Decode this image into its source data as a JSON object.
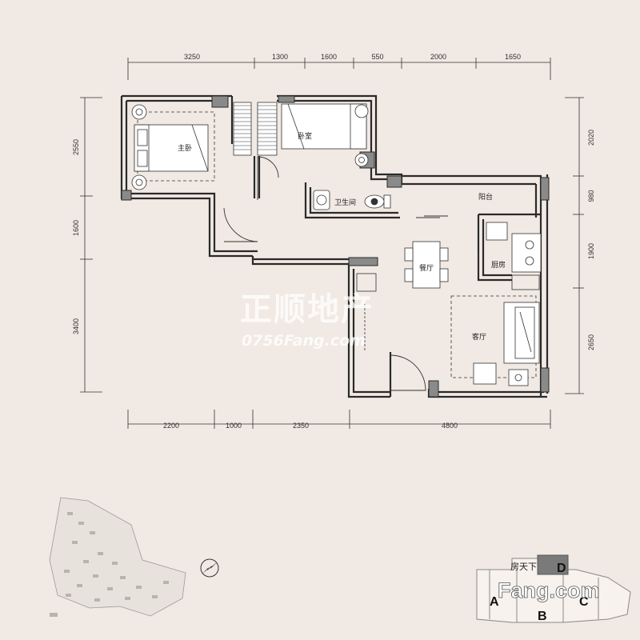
{
  "dimensions": {
    "top": [
      "3250",
      "1300",
      "1600",
      "550",
      "2000",
      "1650"
    ],
    "bottom": [
      "2200",
      "1000",
      "2350",
      "4800"
    ],
    "left": [
      "2550",
      "1600",
      "3400"
    ],
    "right": [
      "2020",
      "980",
      "1900",
      "2650"
    ]
  },
  "rooms": {
    "master_bedroom": "主卧",
    "bedroom": "卧室",
    "bathroom": "卫生间",
    "balcony": "阳台",
    "dining": "餐厅",
    "kitchen": "厨房",
    "living": "客厅"
  },
  "watermark": {
    "company": "正顺地产",
    "site": "0756Fang.com"
  },
  "unit_key": {
    "labels": [
      "A",
      "B",
      "C",
      "D"
    ],
    "highlight": "D",
    "brand_cn": "房天下",
    "brand_en": "Fang.com"
  },
  "colors": {
    "background": "#f1e9e3",
    "wall": "#2a2a2a",
    "column": "#8a8a8a",
    "highlight": "#7a7a7a"
  },
  "icons": {
    "compass": "compass-icon",
    "site_plan": "site-plan-icon"
  }
}
